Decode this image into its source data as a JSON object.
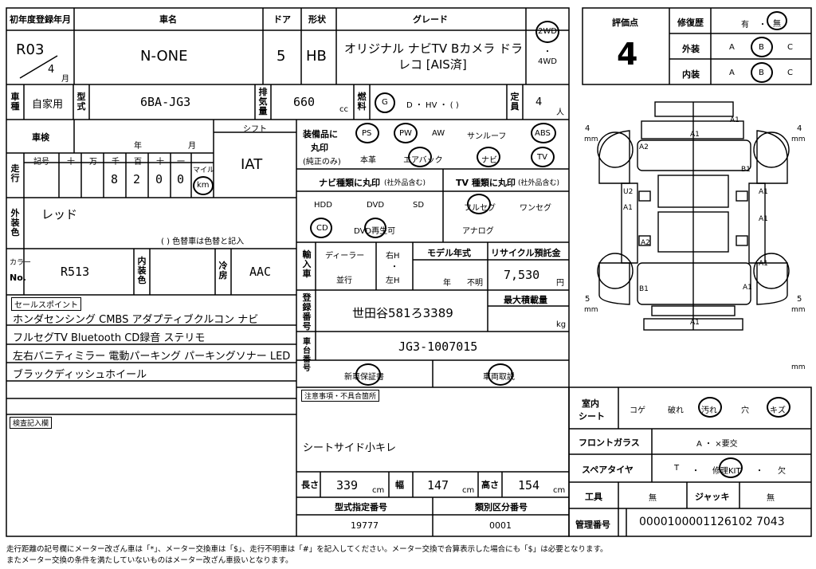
{
  "header": {
    "reg_year_label": "初年度登録年月",
    "reg_year": "R03",
    "reg_month": "4",
    "month_unit": "月",
    "car_name_label": "車名",
    "car_name": "N-ONE",
    "doors_label": "ドア",
    "doors": "5",
    "shape_label": "形状",
    "shape": "HB",
    "grade_label": "グレード",
    "grade_line1": "オリジナル ナビTV Bカメラ ドラ",
    "grade_line2": "レコ [AIS済]",
    "drive_2wd": "2WD",
    "drive_dot": "・",
    "drive_4wd": "4WD"
  },
  "score": {
    "label": "評価点",
    "value": "4",
    "repair_label": "修復歴",
    "repair_yes": "有",
    "repair_no": "無",
    "exterior_label": "外装",
    "interior_label": "内装",
    "opt_a": "A",
    "opt_b": "B",
    "opt_c": "C",
    "dot": "・"
  },
  "row2": {
    "usage_label": "車種",
    "usage": "自家用",
    "model_label": "型式",
    "model": "6BA-JG3",
    "displacement_label": "排気量",
    "displacement": "660",
    "cc": "cc",
    "fuel_label": "燃料",
    "fuel_g": "G",
    "fuel_rest": "D ・ HV ・ (        )",
    "capacity_label": "定員",
    "capacity": "4",
    "capacity_unit": "人"
  },
  "inspection": {
    "label": "車検",
    "year": "年",
    "month": "月",
    "shift_label": "シフト",
    "shift": "IAT",
    "mileage_label": "走行",
    "sym_label": "記号",
    "digits_labels": [
      "十",
      "万",
      "千",
      "百",
      "十",
      "一"
    ],
    "digits": [
      "",
      "",
      "8",
      "2",
      "0",
      "0"
    ],
    "mile": "マイル",
    "km": "km"
  },
  "equipment": {
    "label1": "装備品に",
    "label2": "丸印",
    "label3": "(純正のみ)",
    "items_row1": [
      "PS",
      "PW",
      "AW",
      "サンルーフ",
      "ABS"
    ],
    "items_row2": [
      "本革",
      "エアバック",
      "ナビ",
      "TV"
    ]
  },
  "navi": {
    "label": "ナビ種類に丸印",
    "label_sub": "(社外品含む)",
    "items_row1": [
      "HDD",
      "DVD",
      "SD"
    ],
    "items_row2": [
      "CD",
      "DVD再生可"
    ],
    "tv_label": "TV 種類に丸印",
    "tv_sub": "(社外品含む)",
    "tv_row1": [
      "フルセグ",
      "ワンセグ"
    ],
    "tv_row2": [
      "アナログ"
    ]
  },
  "exterior_color": {
    "label": "外装色",
    "value": "レッド",
    "note": "(          ) 色替車は色替と記入"
  },
  "color_no": {
    "label1": "カラー",
    "label2": "No.",
    "value": "R513",
    "interior_label": "内装色",
    "aircon_label": "冷房",
    "aircon": "AAC"
  },
  "import": {
    "label": "輸入車",
    "dealer": "ディーラー",
    "parallel": "並行",
    "rh": "右H",
    "dot": "・",
    "lh": "左H",
    "model_year_label": "モデル年式",
    "model_year_year": "年",
    "model_year_unknown": "不明",
    "recycle_label": "リサイクル預託金",
    "recycle": "7,530",
    "yen": "円"
  },
  "registration": {
    "label": "登録番号",
    "value": "世田谷581ろ3389",
    "max_load_label": "最大積載量",
    "kg": "kg",
    "chassis_label": "車台番号",
    "chassis": "JG3-1007015",
    "warranty": "新車保証書",
    "manual": "車両取説"
  },
  "sales": {
    "label": "セールスポイント",
    "lines": [
      "ホンダセンシング  CMBS  アダプティブクルコン  ナビ",
      "フルセグTV  Bluetooth  CD録音  ステリモ",
      "左右バニティミラー  電動パーキング  パーキングソナー  LED",
      "ブラックディッシュホイール"
    ]
  },
  "notes": {
    "label": "注意事項・不具合箇所",
    "text": "シートサイド小キレ"
  },
  "inspection_notes": {
    "label": "検査記入欄"
  },
  "dimensions": {
    "length_label": "長さ",
    "length": "339",
    "width_label": "幅",
    "width": "147",
    "height_label": "高さ",
    "height": "154",
    "cm": "cm",
    "type_no_label": "型式指定番号",
    "type_no": "19777",
    "category_label": "類別区分番号",
    "category": "0001"
  },
  "interior": {
    "label1": "室内",
    "label2": "シート",
    "items": [
      "コゲ",
      "破れ",
      "汚れ",
      "穴",
      "キズ"
    ],
    "windshield_label": "フロントガラス",
    "windshield": "A   ・   ×要交",
    "spare_label": "スペアタイヤ",
    "spare": [
      "T",
      "・",
      "修理KIT",
      "・",
      "欠"
    ],
    "tools_label": "工具",
    "tools": "無",
    "jack_label": "ジャッキ",
    "jack": "無",
    "mgmt_label": "管理番号",
    "mgmt": "0000100001126102 7043"
  },
  "diagram": {
    "marks": [
      "A1",
      "A1",
      "A2",
      "B1",
      "U2",
      "A1",
      "A1",
      "A1",
      "A2",
      "A1",
      "B1",
      "A1",
      "A1"
    ],
    "tire_left_top": "4",
    "tire_right_top": "4",
    "tire_left_bottom": "5",
    "tire_right_bottom": "5",
    "mm": "mm"
  },
  "footer": {
    "line1": "走行距離の記号欄にメーター改ざん車は「*」、メーター交換車は「$」、走行不明車は「#」を記入してください。メーター交換で合算表示した場合にも「$」は必要となります。",
    "line2": "またメーター交換の条件を満たしていないものはメーター改ざん車扱いとなります。"
  }
}
